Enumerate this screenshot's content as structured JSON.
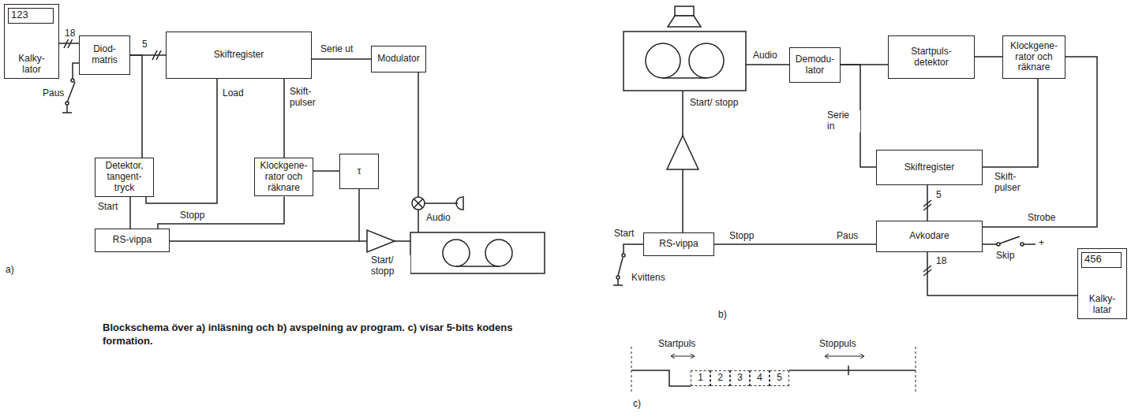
{
  "diagram": {
    "caption": "Blockschema över a) inläsning och b) avspelning av program. c) visar 5-bits kodens formation.",
    "nodes": [
      {
        "text": [
          "Kalky- lator"
        ]
      },
      {
        "text": [
          "123"
        ],
        "in": 0
      },
      {
        "text": [
          "Diod- matris"
        ]
      },
      {
        "text": [
          "Skiftregister"
        ]
      },
      {
        "text": [
          "Modulator"
        ]
      },
      {
        "text": [
          "Detektor, tangent- tryck"
        ]
      },
      {
        "text": [
          "Klockgene- rator och räknare"
        ]
      },
      {
        "text": [
          "τ"
        ]
      },
      {
        "text": [
          "RS-vippa"
        ]
      },
      {
        "text": [
          "Demodu- lator"
        ]
      },
      {
        "text": [
          "Startpuls- detektor"
        ]
      },
      {
        "text": [
          "Klockgene- rator och räknare"
        ]
      },
      {
        "text": [
          "Skiftregister"
        ]
      },
      {
        "text": [
          "Avkodare"
        ]
      },
      {
        "text": [
          "RS-vippa"
        ]
      },
      {
        "text": [
          "Kalky- latar"
        ]
      },
      {
        "text": [
          "456"
        ],
        "in": 15
      },
      {
        "text": [
          "1"
        ]
      },
      {
        "text": [
          "2"
        ]
      },
      {
        "text": [
          "3"
        ]
      },
      {
        "text": [
          "4"
        ]
      },
      {
        "text": [
          "5"
        ]
      }
    ],
    "edges": [
      {
        "from": 0,
        "to": 2,
        "arrow": "none",
        "label": "18"
      },
      {
        "from": 2,
        "to": 3,
        "arrow": "none",
        "label": "5"
      },
      {
        "from": 3,
        "to": 4,
        "arrow": "none",
        "label": "Serie ut"
      },
      {
        "from": 2,
        "to": 5,
        "arrow": "none"
      },
      {
        "from": 5,
        "to": 8,
        "arrow": "none",
        "label": "Start"
      },
      {
        "from": 5,
        "to": 3,
        "arrow": "none",
        "label": "Load"
      },
      {
        "from": 6,
        "to": 3,
        "arrow": "none",
        "label": "Skift- pulser"
      },
      {
        "from": 6,
        "to": 8,
        "arrow": "none",
        "label": "Stopp"
      },
      {
        "from": 8,
        "to": 7,
        "arrow": "none"
      },
      {
        "from": 7,
        "to": 6,
        "arrow": "none"
      },
      {
        "from": 9,
        "to": 10,
        "arrow": "none"
      },
      {
        "from": 9,
        "to": 12,
        "arrow": "none",
        "label": "Serie in"
      },
      {
        "from": 10,
        "to": 11,
        "arrow": "none"
      },
      {
        "from": 11,
        "to": 12,
        "arrow": "none",
        "label": "Skift- pulser"
      },
      {
        "from": 12,
        "to": 13,
        "arrow": "none",
        "label": "5"
      },
      {
        "from": 11,
        "to": 13,
        "arrow": "none",
        "label": "Strobe"
      },
      {
        "from": 13,
        "to": 14,
        "arrow": "none",
        "label": "Paus"
      },
      {
        "from": 13,
        "to": 15,
        "arrow": "none",
        "label": "18"
      }
    ],
    "labels": [
      "Paus",
      "Audio",
      "Start/ stopp",
      "a)",
      "Audio",
      "Start/ stopp",
      "Stopp",
      "Start",
      "Kvittens",
      "Skip",
      "+",
      "b)",
      "Startpuls",
      "Stoppuls",
      "c)"
    ]
  }
}
